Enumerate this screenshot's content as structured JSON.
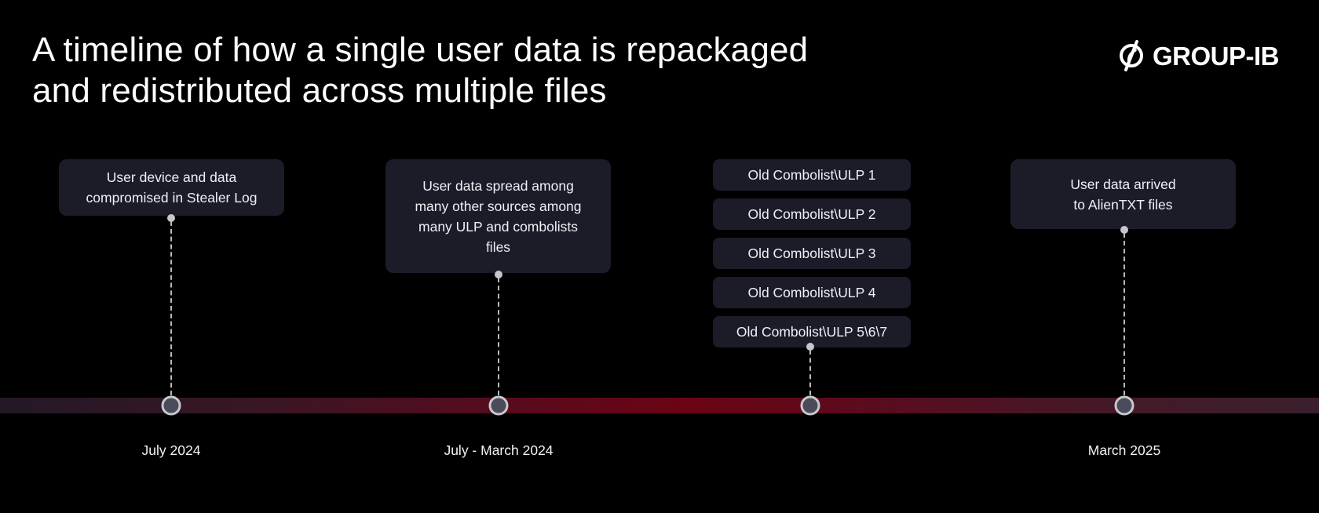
{
  "header": {
    "title_line1": "A timeline of how a single user data is repackaged",
    "title_line2": "and redistributed across multiple files",
    "logo_text": "GROUP-IB",
    "logo_icon": "group-ib-slashed-circle-icon"
  },
  "colors": {
    "background": "#000000",
    "card": "#1b1c28",
    "band_left": "#231826",
    "band_center": "#6b0414",
    "band_right": "#3a1f2e",
    "node_ring": "#c8c8cc",
    "node_fill": "#4a4b5b"
  },
  "timeline": {
    "events": [
      {
        "text": "User device and data\ncompromised in Stealer Log",
        "date": "July 2024"
      },
      {
        "text": "User data spread among\nmany other sources among\nmany ULP and combolists\nfiles",
        "date": "July - March 2024"
      },
      {
        "files": [
          "Old Combolist\\ULP 1",
          "Old Combolist\\ULP 2",
          "Old Combolist\\ULP 3",
          "Old Combolist\\ULP 4",
          "Old Combolist\\ULP 5\\6\\7"
        ],
        "date": ""
      },
      {
        "text": "User data arrived\nto AlienTXT files",
        "date": "March 2025"
      }
    ]
  }
}
